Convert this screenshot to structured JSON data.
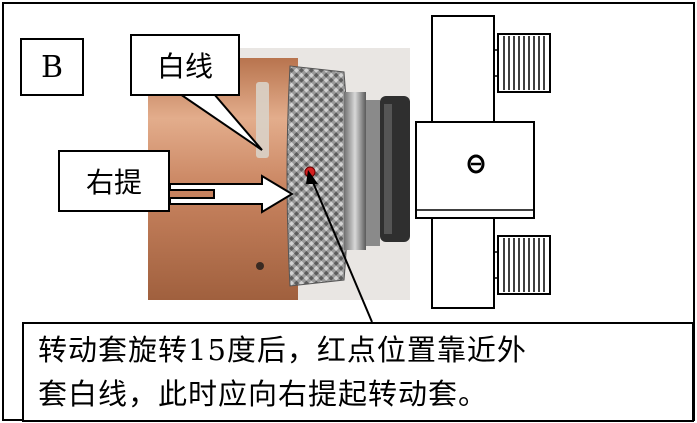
{
  "labels": {
    "panel_letter": "B",
    "white_line": "白线",
    "lift_right": "右提"
  },
  "caption": {
    "line1": "转动套旋转15度后，红点位置靠近外",
    "line2": "套白线，此时应向右提起转动套。"
  },
  "colors": {
    "copper": "#c8835f",
    "knurl": "#8a8a8a",
    "red_dot": "#d42020"
  }
}
